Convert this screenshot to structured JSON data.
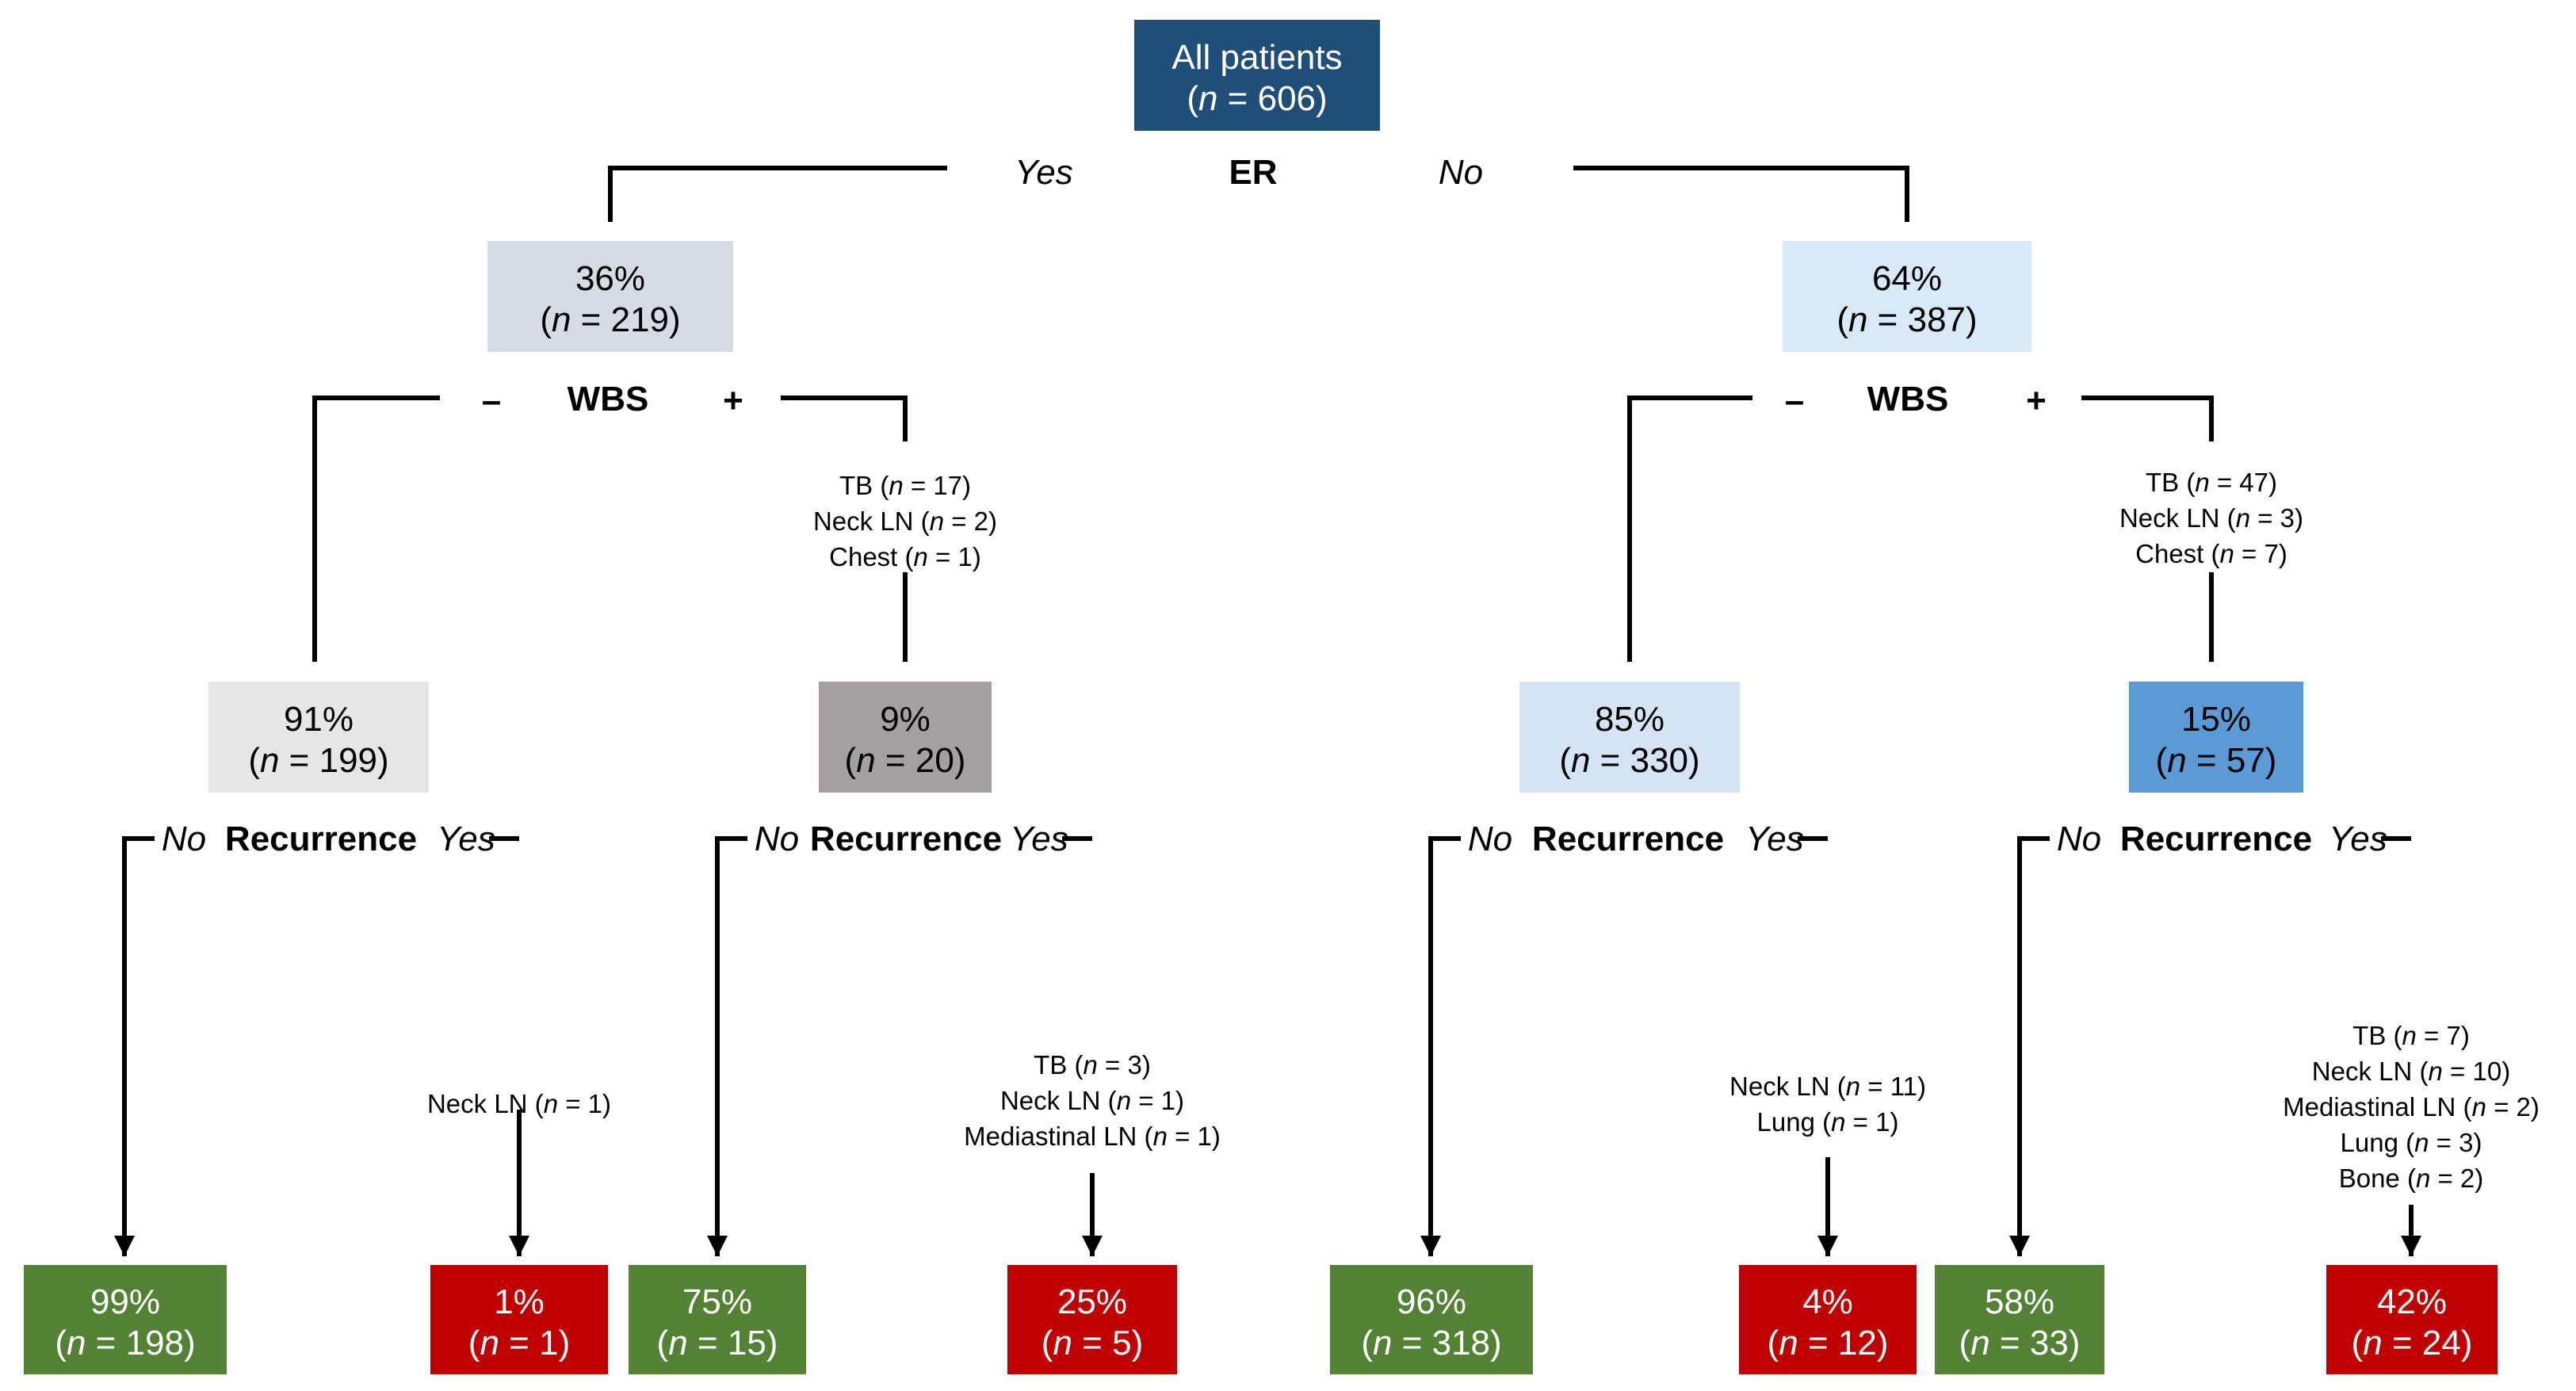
{
  "colors": {
    "root": "#1f4e79",
    "level1_yes": "#d6dce4",
    "level1_no": "#dae9f7",
    "wbs_neg_left": "#e6e6e6",
    "wbs_pos_left": "#a5a09f",
    "wbs_neg_right": "#d6e3f5",
    "wbs_pos_right": "#5b9bd5",
    "no_recurrence": "#548235",
    "recurrence": "#c00000",
    "line": "#000000"
  },
  "nodes": {
    "root": {
      "pct": "All patients",
      "n": "606"
    },
    "er_yes": {
      "pct": "36%",
      "n": "219"
    },
    "er_no": {
      "pct": "64%",
      "n": "387"
    },
    "yes_wbs_neg": {
      "pct": "91%",
      "n": "199"
    },
    "yes_wbs_pos": {
      "pct": "9%",
      "n": "20"
    },
    "no_wbs_neg": {
      "pct": "85%",
      "n": "330"
    },
    "no_wbs_pos": {
      "pct": "15%",
      "n": "57"
    },
    "leaf1": {
      "pct": "99%",
      "n": "198"
    },
    "leaf2": {
      "pct": "1%",
      "n": "1"
    },
    "leaf3": {
      "pct": "75%",
      "n": "15"
    },
    "leaf4": {
      "pct": "25%",
      "n": "5"
    },
    "leaf5": {
      "pct": "96%",
      "n": "318"
    },
    "leaf6": {
      "pct": "4%",
      "n": "12"
    },
    "leaf7": {
      "pct": "58%",
      "n": "33"
    },
    "leaf8": {
      "pct": "42%",
      "n": "24"
    }
  },
  "labels": {
    "er": "ER",
    "yes": "Yes",
    "no": "No",
    "wbs": "WBS",
    "minus": "–",
    "plus": "+",
    "recurrence": "Recurrence",
    "n_symbol": "n"
  },
  "site_lists": {
    "yes_wbs_pos": [
      {
        "site": "TB",
        "n": "17"
      },
      {
        "site": "Neck LN",
        "n": "2"
      },
      {
        "site": "Chest",
        "n": "1"
      }
    ],
    "no_wbs_pos": [
      {
        "site": "TB",
        "n": "47"
      },
      {
        "site": "Neck LN",
        "n": "3"
      },
      {
        "site": "Chest",
        "n": "7"
      }
    ],
    "leaf2_rec": [
      {
        "site": "Neck LN",
        "n": "1"
      }
    ],
    "leaf4_rec": [
      {
        "site": "TB",
        "n": "3"
      },
      {
        "site": "Neck LN",
        "n": "1"
      },
      {
        "site": "Mediastinal LN",
        "n": "1"
      }
    ],
    "leaf6_rec": [
      {
        "site": "Neck LN",
        "n": "11"
      },
      {
        "site": "Lung",
        "n": "1"
      }
    ],
    "leaf8_rec": [
      {
        "site": "TB",
        "n": "7"
      },
      {
        "site": "Neck LN",
        "n": "10"
      },
      {
        "site": "Mediastinal LN",
        "n": "2"
      },
      {
        "site": "Lung",
        "n": "3"
      },
      {
        "site": "Bone",
        "n": "2"
      }
    ]
  }
}
